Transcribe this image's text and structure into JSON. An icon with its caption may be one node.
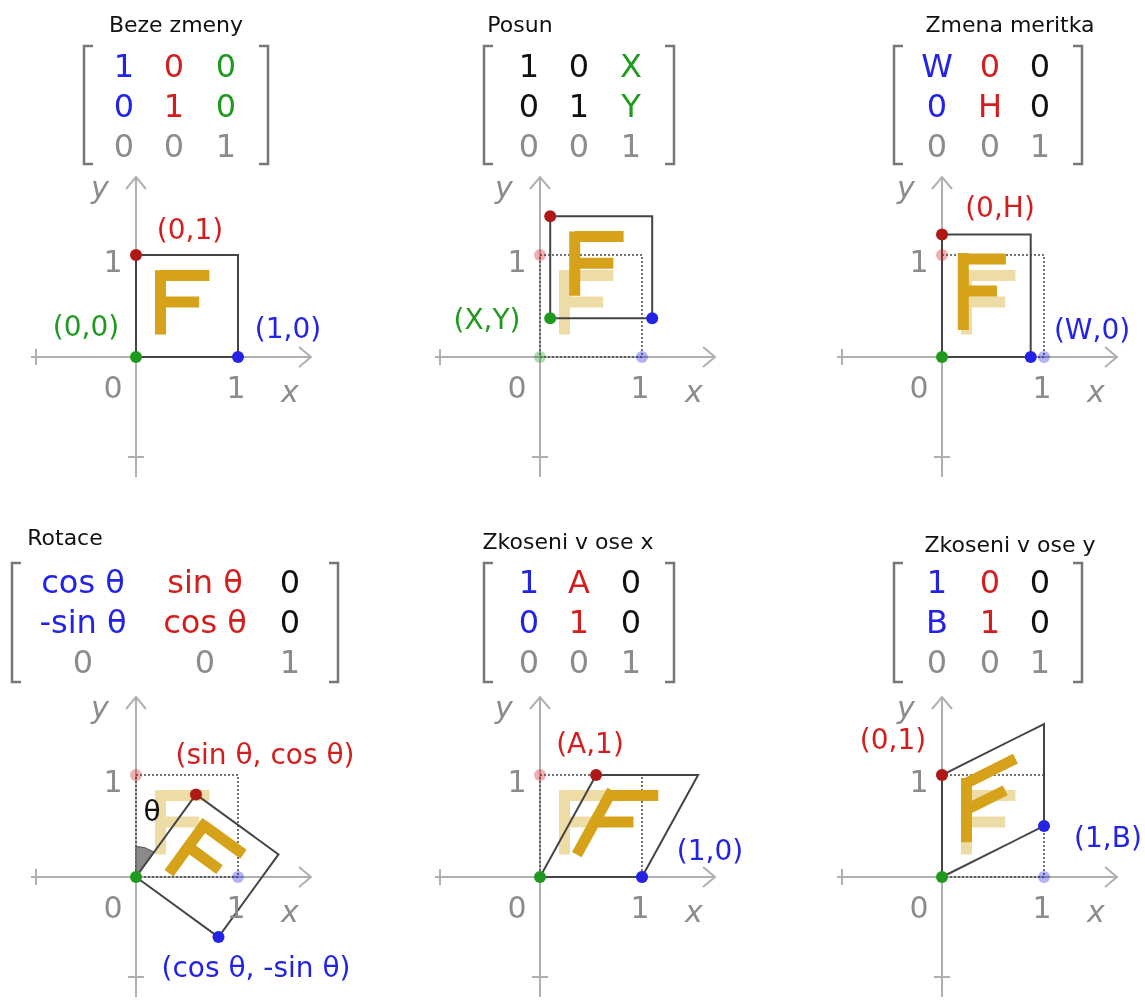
{
  "diagram": {
    "labels": [
      "Beze zmeny",
      "1",
      "0",
      "0",
      "0",
      "1",
      "0",
      "0",
      "0",
      "1",
      "y",
      "(0,1)",
      "(0,0)",
      "(1,0)",
      "1",
      "0",
      "1",
      "x",
      "Posun",
      "1",
      "0",
      "X",
      "0",
      "1",
      "Y",
      "0",
      "0",
      "1",
      "y",
      "(X,Y)",
      "1",
      "0",
      "1",
      "x",
      "Zmena meritka",
      "W",
      "0",
      "0",
      "0",
      "H",
      "0",
      "0",
      "0",
      "1",
      "y",
      "(0,H)",
      "(W,0)",
      "1",
      "0",
      "1",
      "x",
      "Rotace",
      "cos θ",
      "sin θ",
      "0",
      "-sin θ",
      "cos θ",
      "0",
      "0",
      "0",
      "1",
      "y",
      "(sin θ, cos θ)",
      "θ",
      "(cos θ, -sin θ)",
      "1",
      "0",
      "1",
      "x",
      "Zkoseni v ose x",
      "1",
      "A",
      "0",
      "0",
      "1",
      "0",
      "0",
      "0",
      "1",
      "y",
      "(A,1)",
      "(1,0)",
      "1",
      "0",
      "1",
      "x",
      "Zkoseni v ose y",
      "1",
      "0",
      "0",
      "B",
      "1",
      "0",
      "0",
      "0",
      "1",
      "y",
      "(0,1)",
      "(1,B)",
      "1",
      "0",
      "1",
      "x"
    ]
  }
}
